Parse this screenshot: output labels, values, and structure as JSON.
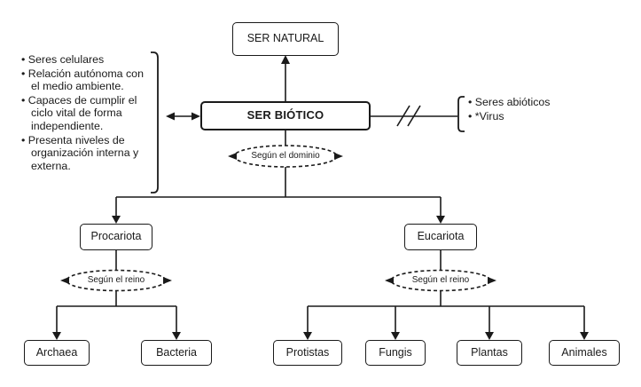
{
  "nodes": {
    "ser_natural": "SER NATURAL",
    "ser_biotico": "SER BIÓTICO",
    "procariota": "Procariota",
    "eucariota": "Eucariota",
    "archaea": "Archaea",
    "bacteria": "Bacteria",
    "protistas": "Protistas",
    "fungis": "Fungis",
    "plantas": "Plantas",
    "animales": "Animales"
  },
  "labels": {
    "domain": "Según el dominio",
    "kingdom_left": "Según el reino",
    "kingdom_right": "Según el reino"
  },
  "left_panel": {
    "items": [
      "Seres celulares",
      "Relación autónoma con el medio ambiente.",
      "Capaces de cumplir el ciclo vital de forma independiente.",
      "Presenta niveles de organización interna y externa."
    ]
  },
  "right_panel": {
    "items": [
      "Seres abióticos",
      "*Virus"
    ]
  },
  "colors": {
    "line": "#1a1a1a",
    "background": "#ffffff"
  }
}
